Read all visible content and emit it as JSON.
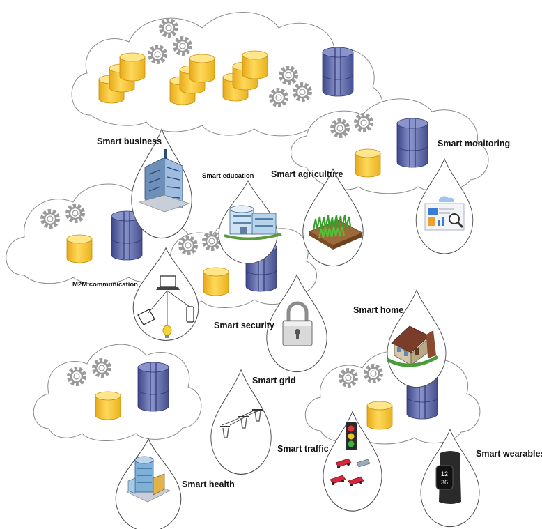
{
  "labels": {
    "smart_business": "Smart business",
    "smart_education": "Smart education",
    "smart_agriculture": "Smart agriculture",
    "smart_monitoring": "Smart monitoring",
    "m2m_communication": "M2M communication",
    "smart_security": "Smart security",
    "smart_home": "Smart home",
    "smart_grid": "Smart grid",
    "smart_traffic": "Smart traffic",
    "smart_health": "Smart health",
    "smart_wearables": "Smart wearables"
  },
  "wearable_display": {
    "time": "12",
    "minutes": "36"
  },
  "colors": {
    "cloud_fill": "#ffffff",
    "cloud_stroke": "#8a8a8a",
    "database_gold": "#f4c430",
    "database_gold_light": "#ffe68a",
    "server_blue": "#5b66a8",
    "server_blue_light": "#8a94cc",
    "gear_grey": "#9a9a9a"
  },
  "icons": [
    "cloud-icon",
    "database-icon",
    "server-icon",
    "gear-icon",
    "building-icon",
    "school-icon",
    "grass-field-icon",
    "monitoring-dashboard-icon",
    "network-devices-icon",
    "padlock-icon",
    "house-icon",
    "power-line-icon",
    "traffic-light-icon",
    "car-icon",
    "hospital-icon",
    "fitness-band-icon"
  ]
}
